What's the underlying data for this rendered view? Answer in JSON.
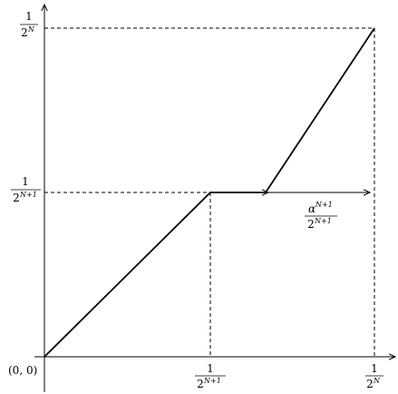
{
  "diagram": {
    "origin_label": "(0, 0)",
    "y_labels": {
      "top": {
        "num": "1",
        "base": "2",
        "exp": "N"
      },
      "mid": {
        "num": "1",
        "base": "2",
        "exp": "N+1"
      }
    },
    "x_labels": {
      "mid": {
        "num": "1",
        "base": "2",
        "exp": "N+1"
      },
      "right": {
        "num": "1",
        "base": "2",
        "exp": "N"
      }
    },
    "span_label": {
      "alpha": "α",
      "alpha_exp": "N+1",
      "base": "2",
      "base_exp": "N+1"
    },
    "colors": {
      "ink": "#000000",
      "background": "#ffffff"
    }
  }
}
